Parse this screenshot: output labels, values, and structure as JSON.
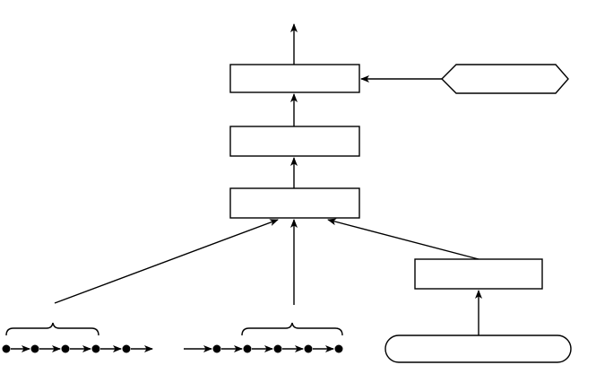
{
  "diagram": {
    "nodes": [
      {
        "id": "top-box",
        "shape": "rectangle",
        "label": ""
      },
      {
        "id": "middle-box",
        "shape": "rectangle",
        "label": ""
      },
      {
        "id": "bottom-box",
        "shape": "rectangle",
        "label": ""
      },
      {
        "id": "right-box",
        "shape": "rectangle",
        "label": ""
      },
      {
        "id": "hexagon-input",
        "shape": "hexagon",
        "label": ""
      },
      {
        "id": "rounded-input",
        "shape": "rounded-rectangle",
        "label": ""
      }
    ],
    "left_sequence": {
      "dots": 5,
      "braced_dots": 4,
      "trailing_arrow": true
    },
    "right_sequence": {
      "dots": 5,
      "braced_dots": 4,
      "leading_arrow": true
    },
    "colors": {
      "stroke": "#000000",
      "fill": "#ffffff"
    }
  }
}
